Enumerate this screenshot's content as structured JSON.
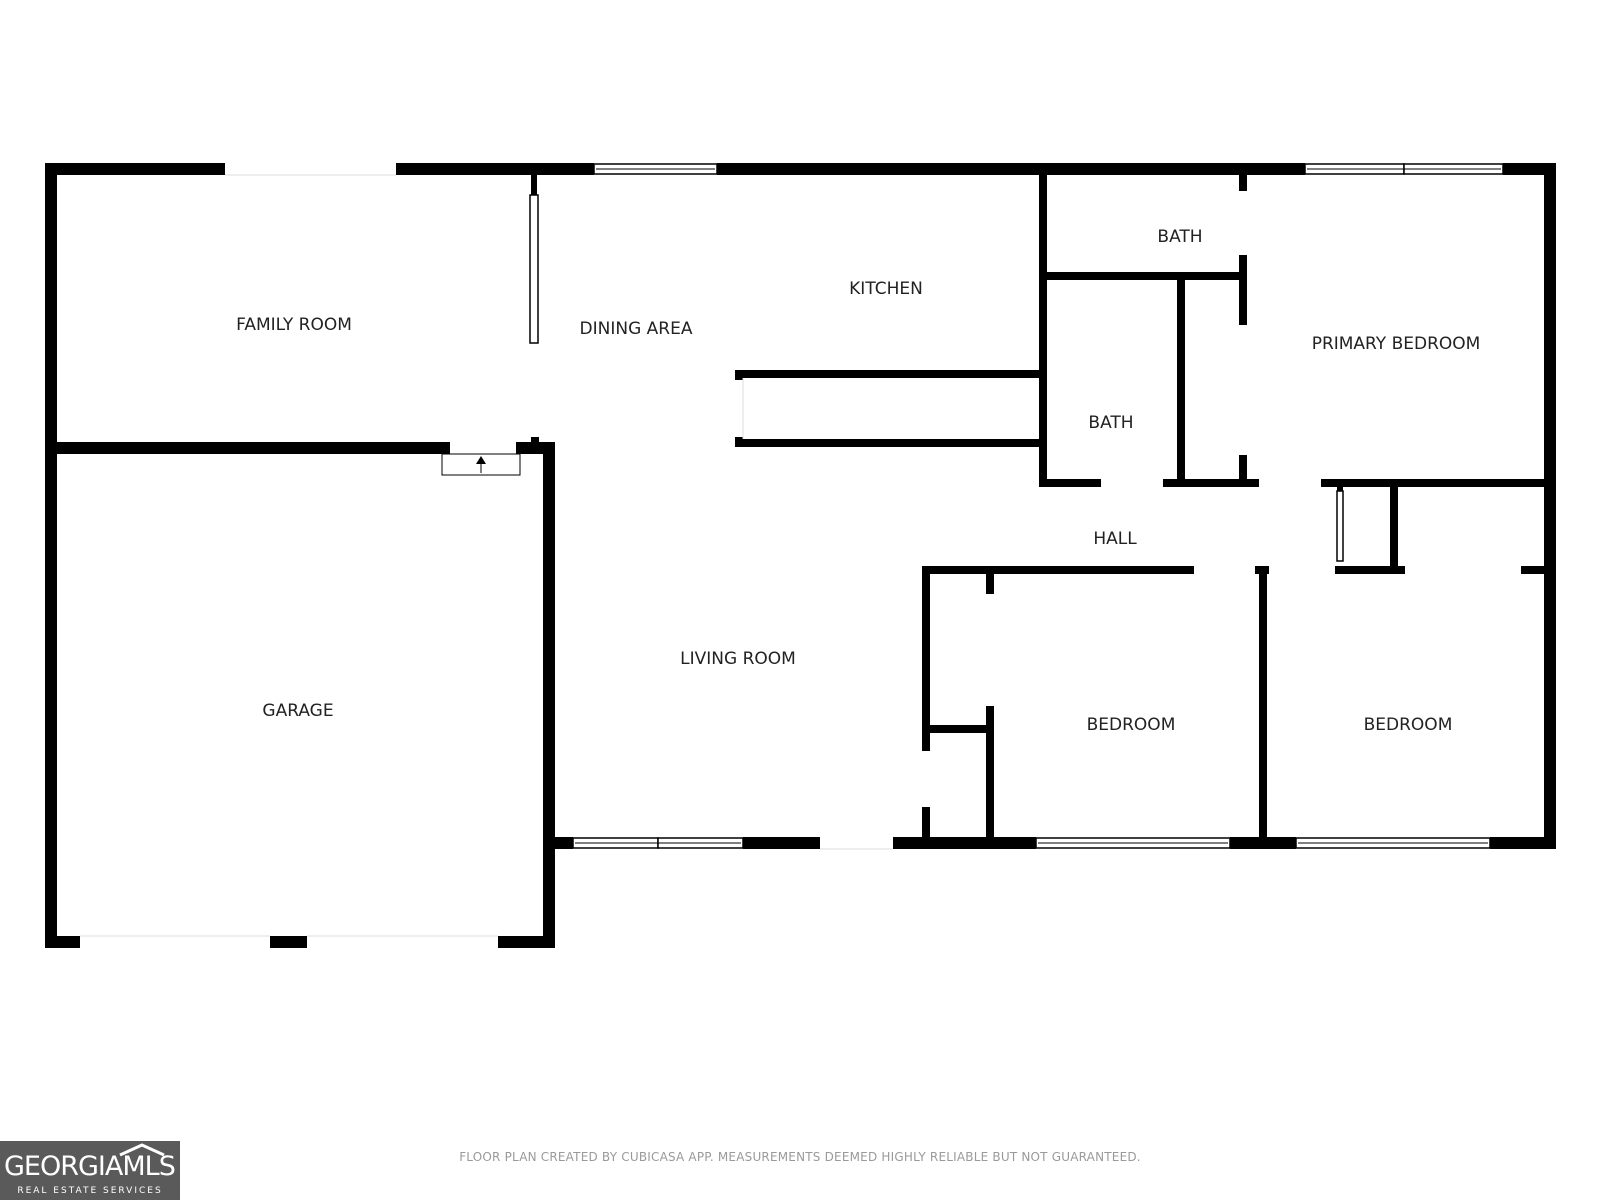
{
  "rooms": {
    "family_room": "FAMILY ROOM",
    "dining_area": "DINING AREA",
    "kitchen": "KITCHEN",
    "bath_top": "BATH",
    "primary_bedroom": "PRIMARY BEDROOM",
    "bath_middle": "BATH",
    "hall": "HALL",
    "garage": "GARAGE",
    "living_room": "LIVING ROOM",
    "bedroom_1": "BEDROOM",
    "bedroom_2": "BEDROOM"
  },
  "footer": {
    "note": "FLOOR PLAN CREATED BY CUBICASA APP. MEASUREMENTS DEEMED HIGHLY RELIABLE BUT NOT GUARANTEED."
  },
  "logo": {
    "main_left": "GEORGIA",
    "main_right": "MLS",
    "sub": "REAL ESTATE SERVICES"
  },
  "colors": {
    "wall": "#000000",
    "background": "#ffffff",
    "label": "#222222",
    "footer_text": "#9a9a9a",
    "logo_bg": "#5a5a5a"
  }
}
